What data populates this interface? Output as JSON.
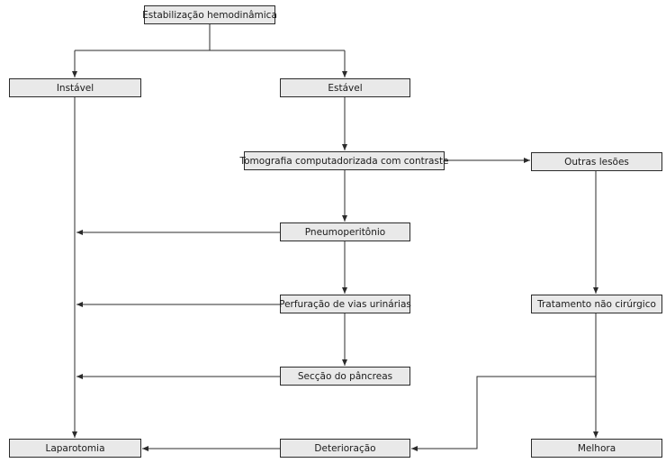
{
  "nodes": {
    "estabilizacao": "Estabilização hemodinâmica",
    "instavel": "Instável",
    "estavel": "Estável",
    "tomografia": "Tomografia computadorizada com contraste",
    "outras_lesoes": "Outras lesões",
    "pneumoperitonio": "Pneumoperitônio",
    "perfuracao": "Perfuração de vias urinárias",
    "tratamento": "Tratamento não cirúrgico",
    "seccao": "Secção do pâncreas",
    "laparotomia": "Laparotomia",
    "deterioracao": "Deterioração",
    "melhora": "Melhora"
  },
  "colors": {
    "box_fill": "#e9e9e9",
    "line": "#2b2b2b"
  }
}
